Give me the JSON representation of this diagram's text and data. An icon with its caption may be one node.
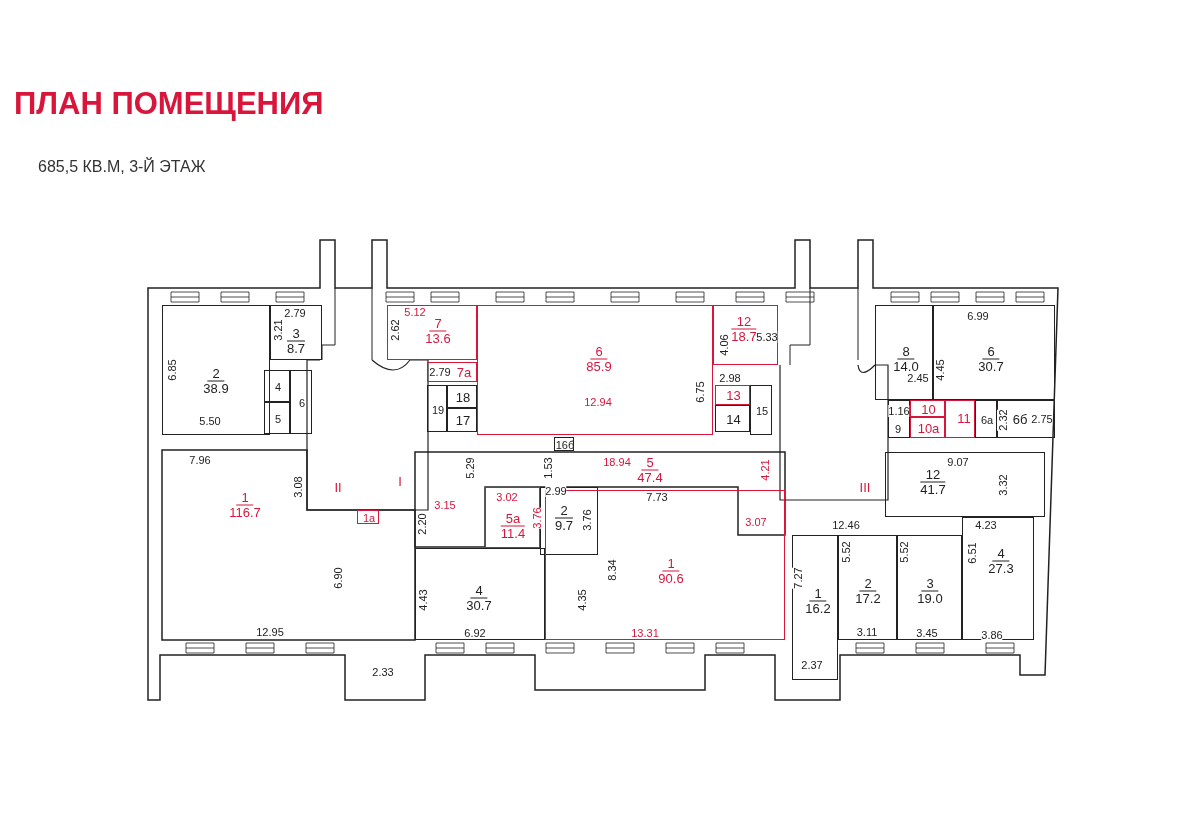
{
  "diagram": {
    "title": "ПЛАН ПОМЕЩЕНИЯ",
    "nodes": [
      {
        "text": [
          "2",
          "38.9"
        ]
      },
      {
        "text": [
          "3",
          "8.7"
        ]
      },
      {
        "text": [
          "4"
        ]
      },
      {
        "text": [
          "5"
        ]
      },
      {
        "text": [
          "6"
        ]
      },
      {
        "text": [
          "1",
          "116.7"
        ]
      },
      {
        "text": [
          "1а"
        ],
        "in": 5
      },
      {
        "text": [
          "7",
          "13.6"
        ]
      },
      {
        "text": [
          "7а"
        ]
      },
      {
        "text": [
          "19"
        ]
      },
      {
        "text": [
          "18"
        ]
      },
      {
        "text": [
          "17"
        ]
      },
      {
        "text": [
          "6",
          "85.9"
        ]
      },
      {
        "text": [
          "12",
          "18.7"
        ]
      },
      {
        "text": [
          "13"
        ]
      },
      {
        "text": [
          "14"
        ]
      },
      {
        "text": [
          "15"
        ]
      },
      {
        "text": [
          "5",
          "47.4"
        ]
      },
      {
        "text": [
          "5а",
          "11.4"
        ]
      },
      {
        "text": [
          "2",
          "9.7"
        ]
      },
      {
        "text": [
          "1",
          "90.6"
        ]
      },
      {
        "text": [
          "4",
          "30.7"
        ]
      },
      {
        "text": [
          "8",
          "14.0"
        ]
      },
      {
        "text": [
          "6",
          "30.7"
        ]
      },
      {
        "text": [
          "9"
        ]
      },
      {
        "text": [
          "10"
        ]
      },
      {
        "text": [
          "10а"
        ]
      },
      {
        "text": [
          "11"
        ]
      },
      {
        "text": [
          "6а"
        ]
      },
      {
        "text": [
          "6б"
        ]
      },
      {
        "text": [
          "12",
          "41.7"
        ]
      },
      {
        "text": [
          "1",
          "16.2"
        ]
      },
      {
        "text": [
          "2",
          "17.2"
        ]
      },
      {
        "text": [
          "3",
          "19.0"
        ]
      },
      {
        "text": [
          "4",
          "27.3"
        ]
      },
      {
        "text": [
          "16б"
        ]
      }
    ],
    "labels": [
      "685,5 КВ.М, 3-Й ЭТАЖ",
      "2.79",
      "3.21",
      "6.85",
      "5.50",
      "5.12",
      "2.62",
      "2.79",
      "4.06",
      "5.33",
      "2.98",
      "12.94",
      "6.75",
      "6.99",
      "2.45",
      "4.45",
      "1.16",
      "2.32",
      "2.75",
      "7.96",
      "3.08",
      "II",
      "I",
      "5.29",
      "1.53",
      "18.94",
      "4.21",
      "9.07",
      "III",
      "3.32",
      "3.02",
      "3.15",
      "2.99",
      "3.76",
      "3.76",
      "7.73",
      "3.07",
      "2.20",
      "12.46",
      "4.23",
      "8.34",
      "7.27",
      "5.52",
      "5.52",
      "6.51",
      "4.43",
      "4.35",
      "6.90",
      "12.95",
      "6.92",
      "13.31",
      "3.11",
      "3.45",
      "3.86",
      "2.33",
      "2.37"
    ]
  }
}
